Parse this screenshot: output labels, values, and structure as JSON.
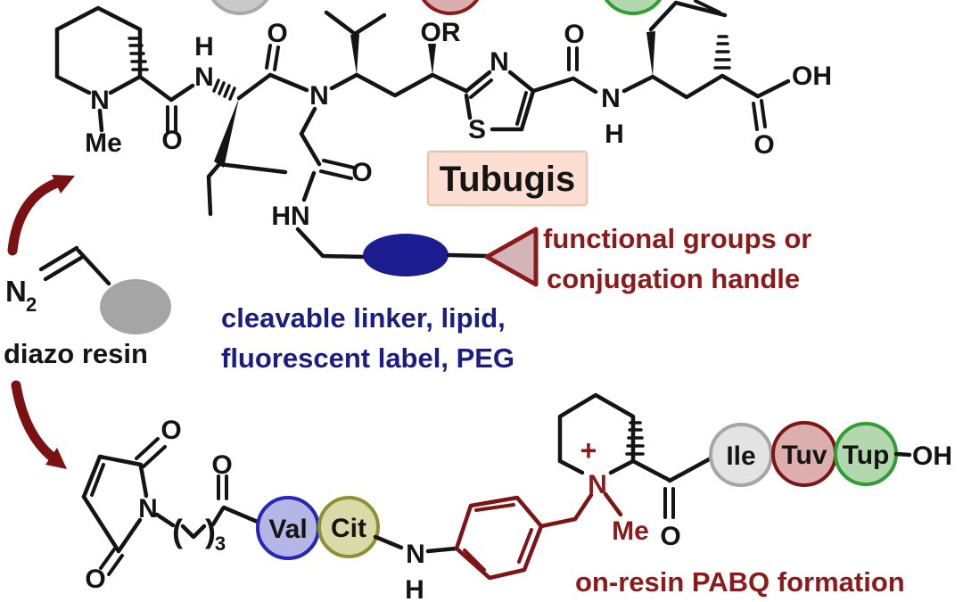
{
  "colors": {
    "black": "#141414",
    "dark_red": "#8b1a1a",
    "struct_red": "#7d1517",
    "arrow_red": "#7c1113",
    "navy": "#1c1c82",
    "ellipse_blue": "#1c1c91",
    "triangle_fill": "#d3b5b7",
    "badge_fill": "#fcdfd2",
    "badge_border": "#eac6ad",
    "resin_gray": "#a5a5a5",
    "circle_gray_fill": "#cacaca",
    "circle_gray_border": "#a9a9a9",
    "circle_red_fill": "#d9aeae",
    "circle_red_border": "#8b1a1a",
    "circle_green_fill": "#b3d8af",
    "circle_green_border": "#2f9e33"
  },
  "badge": {
    "label": "Tubugis"
  },
  "annotations": {
    "functional_line1": "functional groups or",
    "functional_line2": "conjugation handle",
    "linker_line1": "cleavable linker, lipid,",
    "linker_line2": "fluorescent label, PEG",
    "diazo_resin": "diazo resin",
    "pabq": "on-resin PABQ formation"
  },
  "residues": {
    "val": {
      "label": "Val",
      "fill": "#b5b5e6",
      "border": "#2525bd"
    },
    "cit": {
      "label": "Cit",
      "fill": "#dadaa8",
      "border": "#8f9033"
    },
    "ile": {
      "label": "Ile",
      "fill": "#e3e3e3",
      "border": "#a6a6a6"
    },
    "tuv": {
      "label": "Tuv",
      "fill": "#dcaeae",
      "border": "#7d1517"
    },
    "tup": {
      "label": "Tup",
      "fill": "#b3d8af",
      "border": "#2f9e33"
    }
  },
  "atoms": {
    "N": "N",
    "O": "O",
    "S": "S",
    "H": "H",
    "HN": "HN",
    "OH": "OH",
    "OR": "OR",
    "Me": "Me",
    "plus": "+",
    "sub2": "2",
    "sub3": "3",
    "paren_open": "(",
    "paren_close": ")"
  }
}
